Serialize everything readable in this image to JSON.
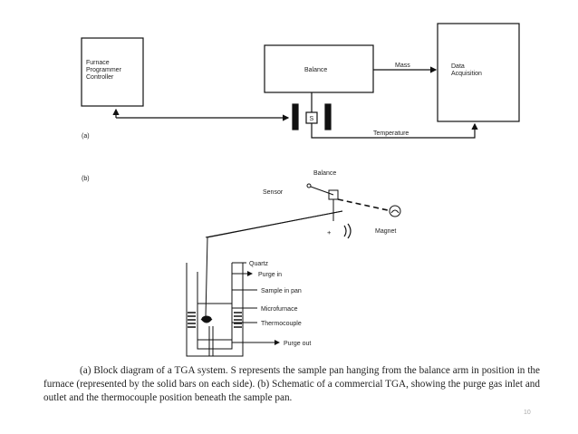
{
  "diagram_a": {
    "panel_label": "(a)",
    "furnace_controller": [
      "Furnace",
      "Programmer",
      "Controller"
    ],
    "balance": "Balance",
    "mass": "Mass",
    "data_acquisition": [
      "Data",
      "Acquisition"
    ],
    "sample": "S",
    "temperature": "Temperature"
  },
  "diagram_b": {
    "panel_label": "(b)",
    "balance": "Balance",
    "sensor": "Sensor",
    "magnet": "Magnet",
    "quartz": "Quartz",
    "purge_in": "Purge in",
    "sample_in_pan": "Sample in pan",
    "microfurnace": "Microfurnace",
    "thermocouple": "Thermocouple",
    "purge_out": "Purge out"
  },
  "caption": "(a) Block diagram of a TGA system. S represents the sample pan hanging from the balance arm in position in the furnace (represented by the solid bars on each side). (b) Schematic of a commercial TGA, showing the purge gas inlet and outlet and the thermocouple position beneath the sample pan.",
  "page_number": "10"
}
